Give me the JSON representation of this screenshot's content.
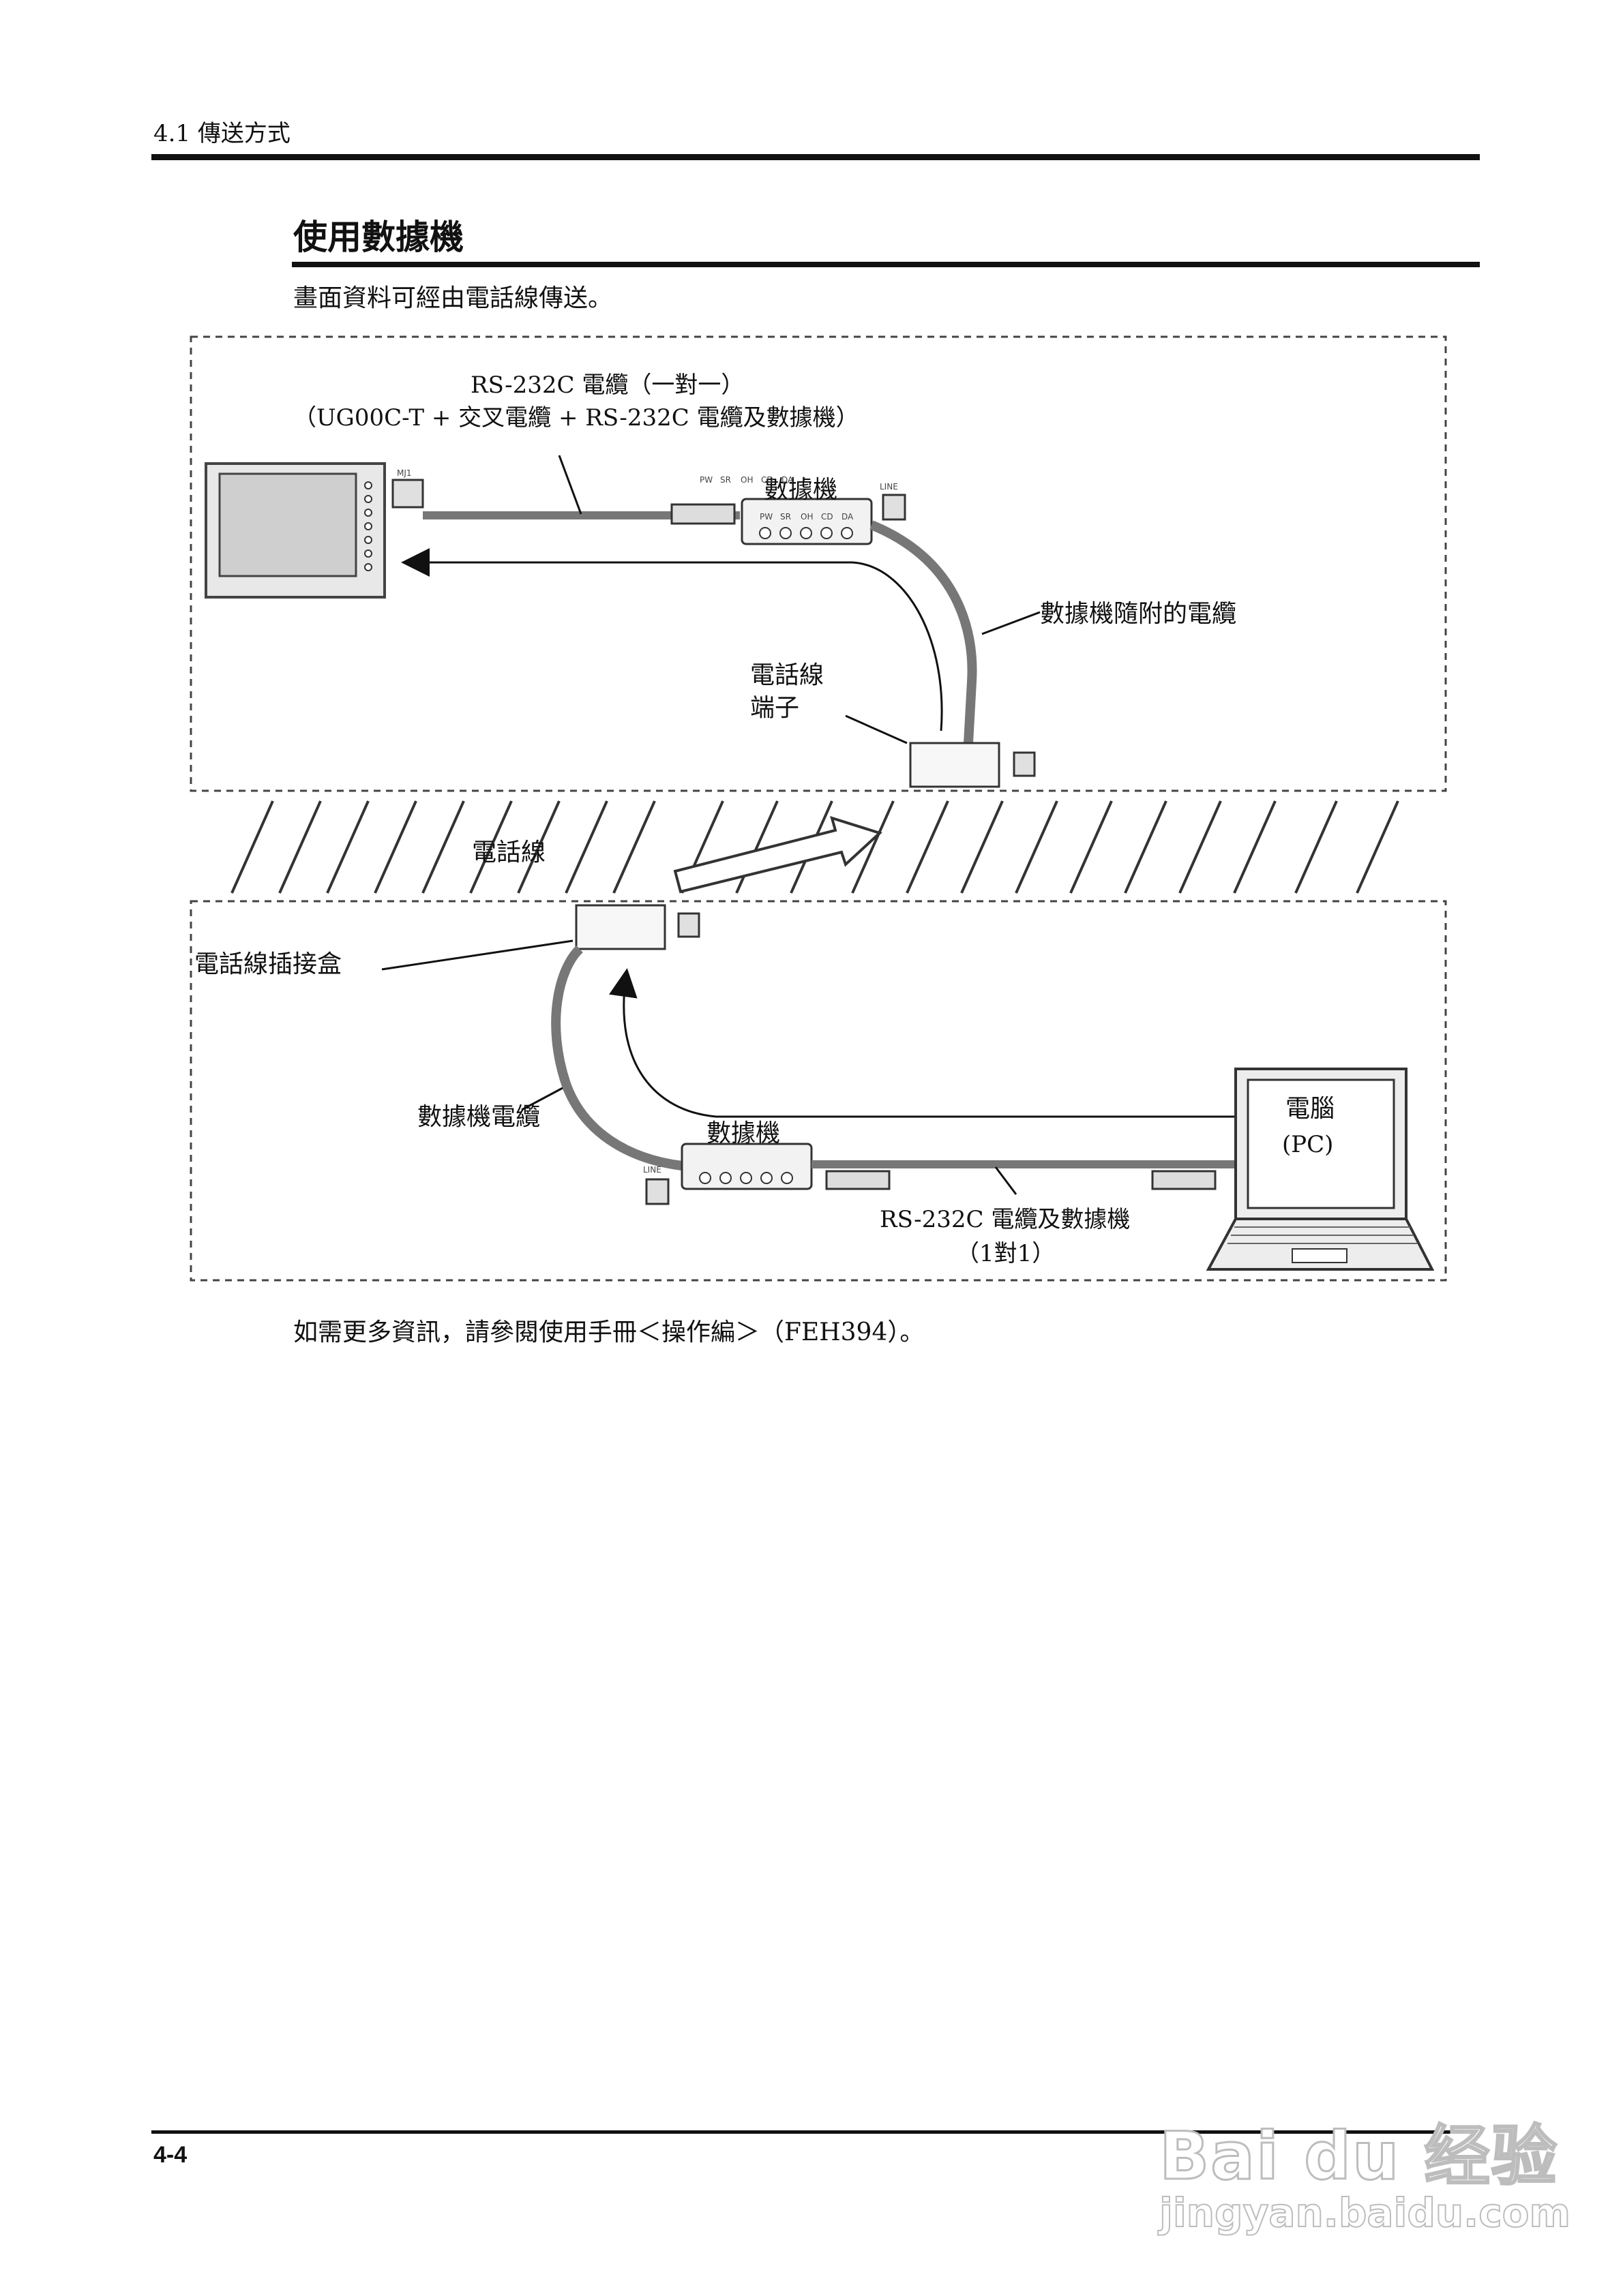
{
  "header": {
    "section": "4.1 傳送方式"
  },
  "title": "使用數據機",
  "intro": "畫面資料可經由電話線傳送。",
  "diagram": {
    "cable_label_line1": "RS-232C 電纜（一對一）",
    "cable_label_line2": "（UG00C-T + 交叉電纜 + RS-232C 電纜及數據機）",
    "modem_top": "數據機",
    "modem_bottom": "數據機",
    "modem_cable_supplied": "數據機隨附的電纜",
    "phone_terminal_line1": "電話線",
    "phone_terminal_line2": "端子",
    "phone_line": "電話線",
    "phone_jack_box": "電話線插接盒",
    "modem_cable": "數據機電纜",
    "pc_line1": "電腦",
    "pc_line2": "(PC)",
    "rs232_bottom_line1": "RS-232C 電纜及數據機",
    "rs232_bottom_line2": "（1對1）",
    "mj1": "MJ1",
    "line_top": "LINE",
    "line_bottom": "LINE",
    "modem_leds": [
      "PW",
      "SR",
      "OH",
      "CD",
      "DA"
    ]
  },
  "more_info": "如需更多資訊，請參閱使用手冊＜操作編＞（FEH394）。",
  "footer": {
    "page": "4-4"
  },
  "watermark": {
    "brand": "Bai du 经验",
    "url": "jingyan.baidu.com"
  }
}
